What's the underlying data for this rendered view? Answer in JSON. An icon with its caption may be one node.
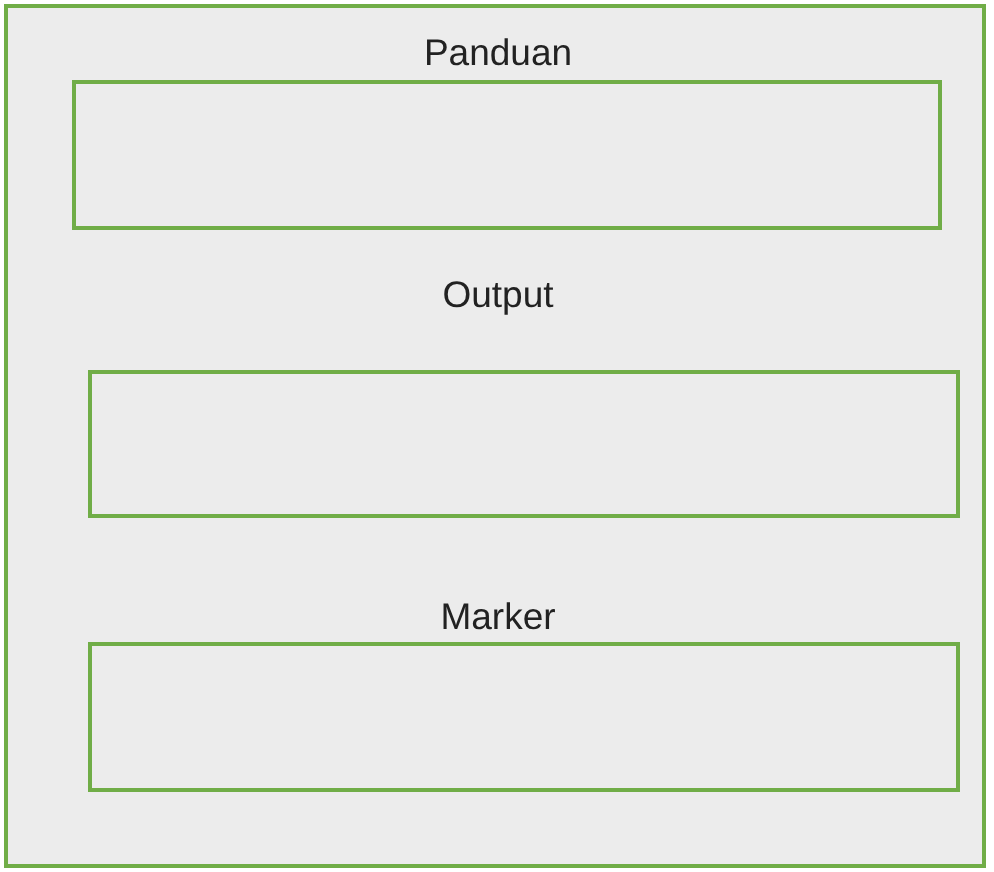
{
  "diagram": {
    "nodes": [
      {
        "text": [],
        "shape": "box"
      },
      {
        "text": [
          "Panduan"
        ],
        "in": 0
      },
      {
        "text": [
          "Output"
        ],
        "in": 0
      },
      {
        "text": [
          "Marker"
        ],
        "in": 0
      }
    ]
  }
}
